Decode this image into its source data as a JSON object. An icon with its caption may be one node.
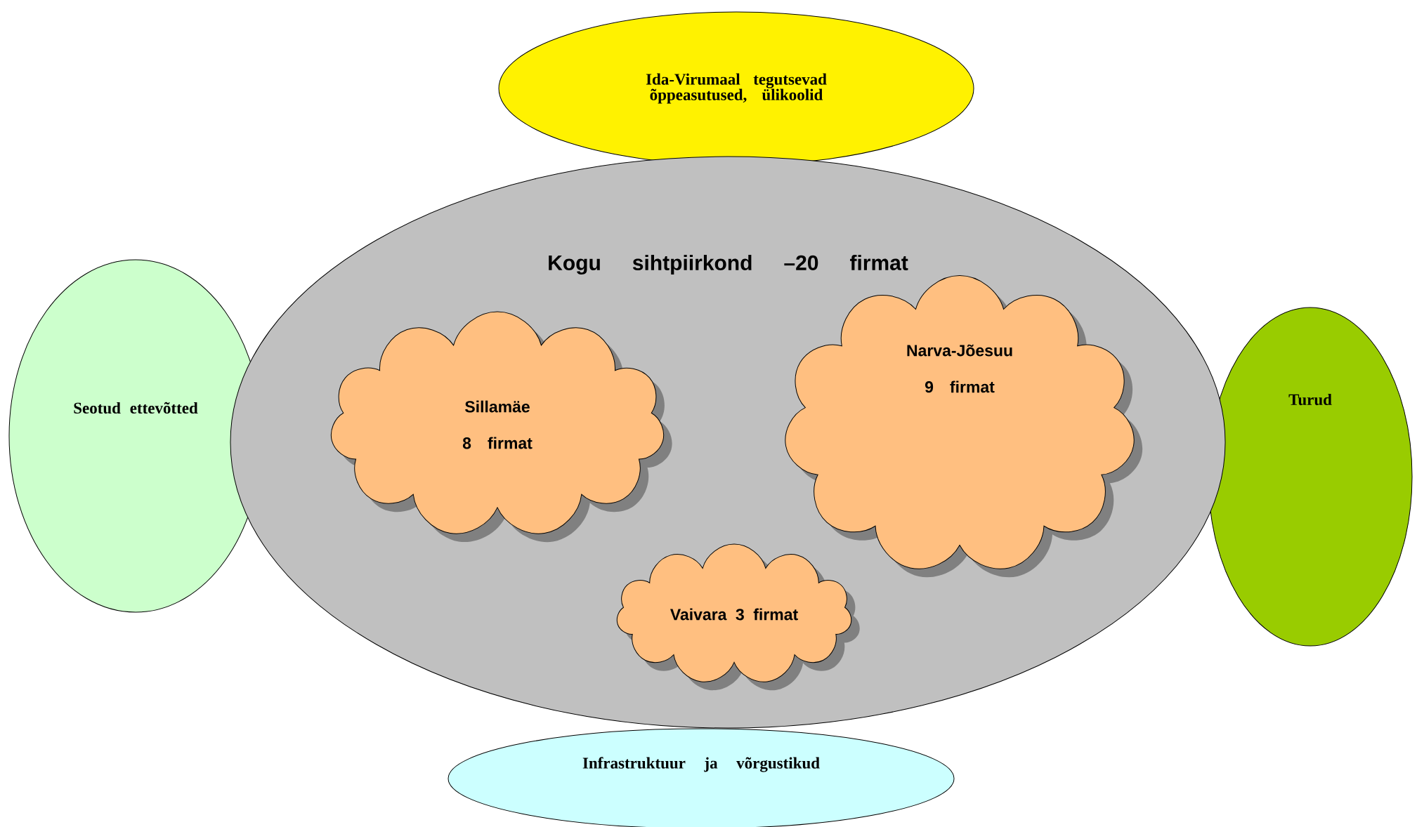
{
  "diagram": {
    "nodes": [
      {
        "text": [
          "Ida-Virumaal tegutsevad õppeasutused, ülikoolid"
        ]
      },
      {
        "text": [
          "Kogu sihtpiirkond –20 firmat"
        ]
      },
      {
        "text": [
          "Seotud ettevõtted"
        ]
      },
      {
        "text": [
          "Sillamäe",
          "8 firmat"
        ],
        "in": 1
      },
      {
        "text": [
          "Narva-Jõesuu",
          "9 firmat"
        ],
        "in": 1
      },
      {
        "text": [
          "Vaivara 3 firmat"
        ],
        "in": 1
      },
      {
        "text": [
          "Turud"
        ]
      },
      {
        "text": [
          "Infrastruktuur ja võrgustikud"
        ]
      }
    ]
  }
}
